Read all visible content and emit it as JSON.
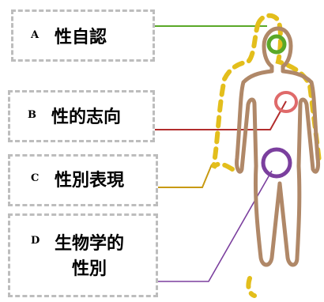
{
  "labels": [
    {
      "letter": "A",
      "term": "性自認"
    },
    {
      "letter": "B",
      "term": "性的志向"
    },
    {
      "letter": "C",
      "term": "性別表現"
    },
    {
      "letter": "D",
      "term": "生物学的\n性別"
    }
  ],
  "colors": {
    "box_border": "#bdbdbd",
    "body_outline": "#b08868",
    "dashed_outline": "#e3be1c",
    "identity": "#5aa828",
    "orientation": "#df6a6a",
    "expression": "#c89a12",
    "biological": "#7b3f9e"
  }
}
